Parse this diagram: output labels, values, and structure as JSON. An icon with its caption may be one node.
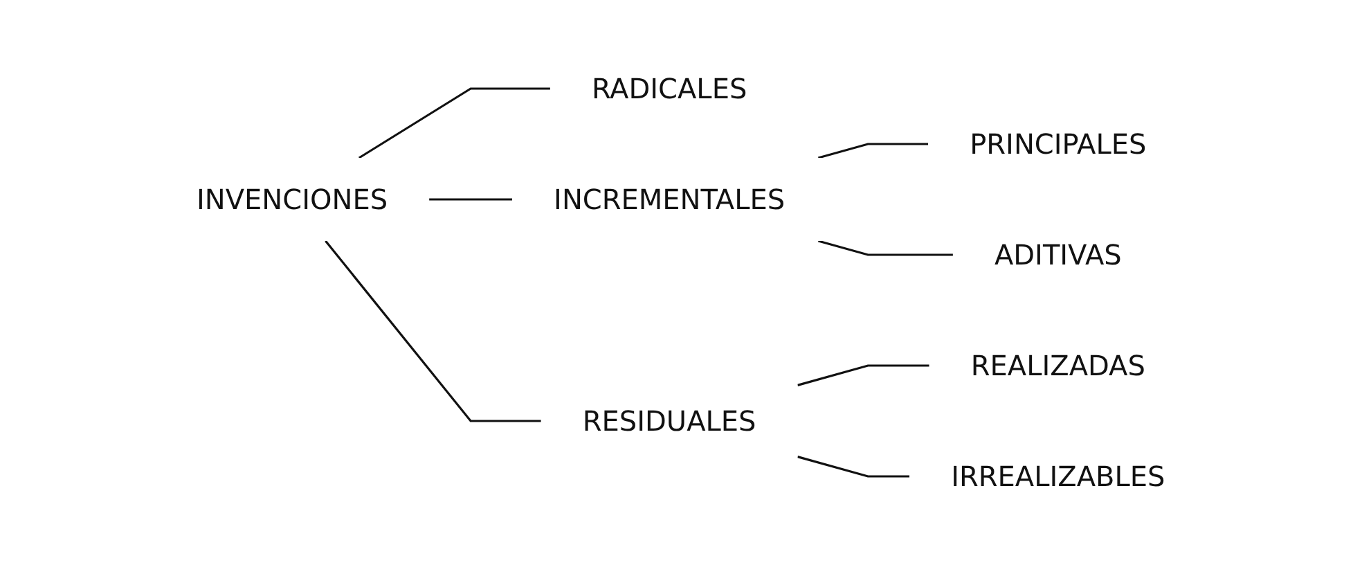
{
  "diagram": {
    "nodes": [
      {
        "text": [
          "INVENCIONES"
        ]
      },
      {
        "text": [
          "RADICALES"
        ]
      },
      {
        "text": [
          "INCREMENTALES"
        ]
      },
      {
        "text": [
          "PRINCIPALES"
        ]
      },
      {
        "text": [
          "ADITIVAS"
        ]
      },
      {
        "text": [
          "RESIDUALES"
        ]
      },
      {
        "text": [
          "REALIZADAS"
        ]
      },
      {
        "text": [
          "IRREALIZABLES"
        ]
      }
    ],
    "edges": [
      {
        "from": 0,
        "to": 1,
        "arrow": "none"
      },
      {
        "from": 0,
        "to": 2,
        "arrow": "none"
      },
      {
        "from": 0,
        "to": 5,
        "arrow": "none"
      },
      {
        "from": 2,
        "to": 3,
        "arrow": "none"
      },
      {
        "from": 2,
        "to": 4,
        "arrow": "none"
      },
      {
        "from": 5,
        "to": 6,
        "arrow": "none"
      },
      {
        "from": 5,
        "to": 7,
        "arrow": "none"
      }
    ]
  }
}
